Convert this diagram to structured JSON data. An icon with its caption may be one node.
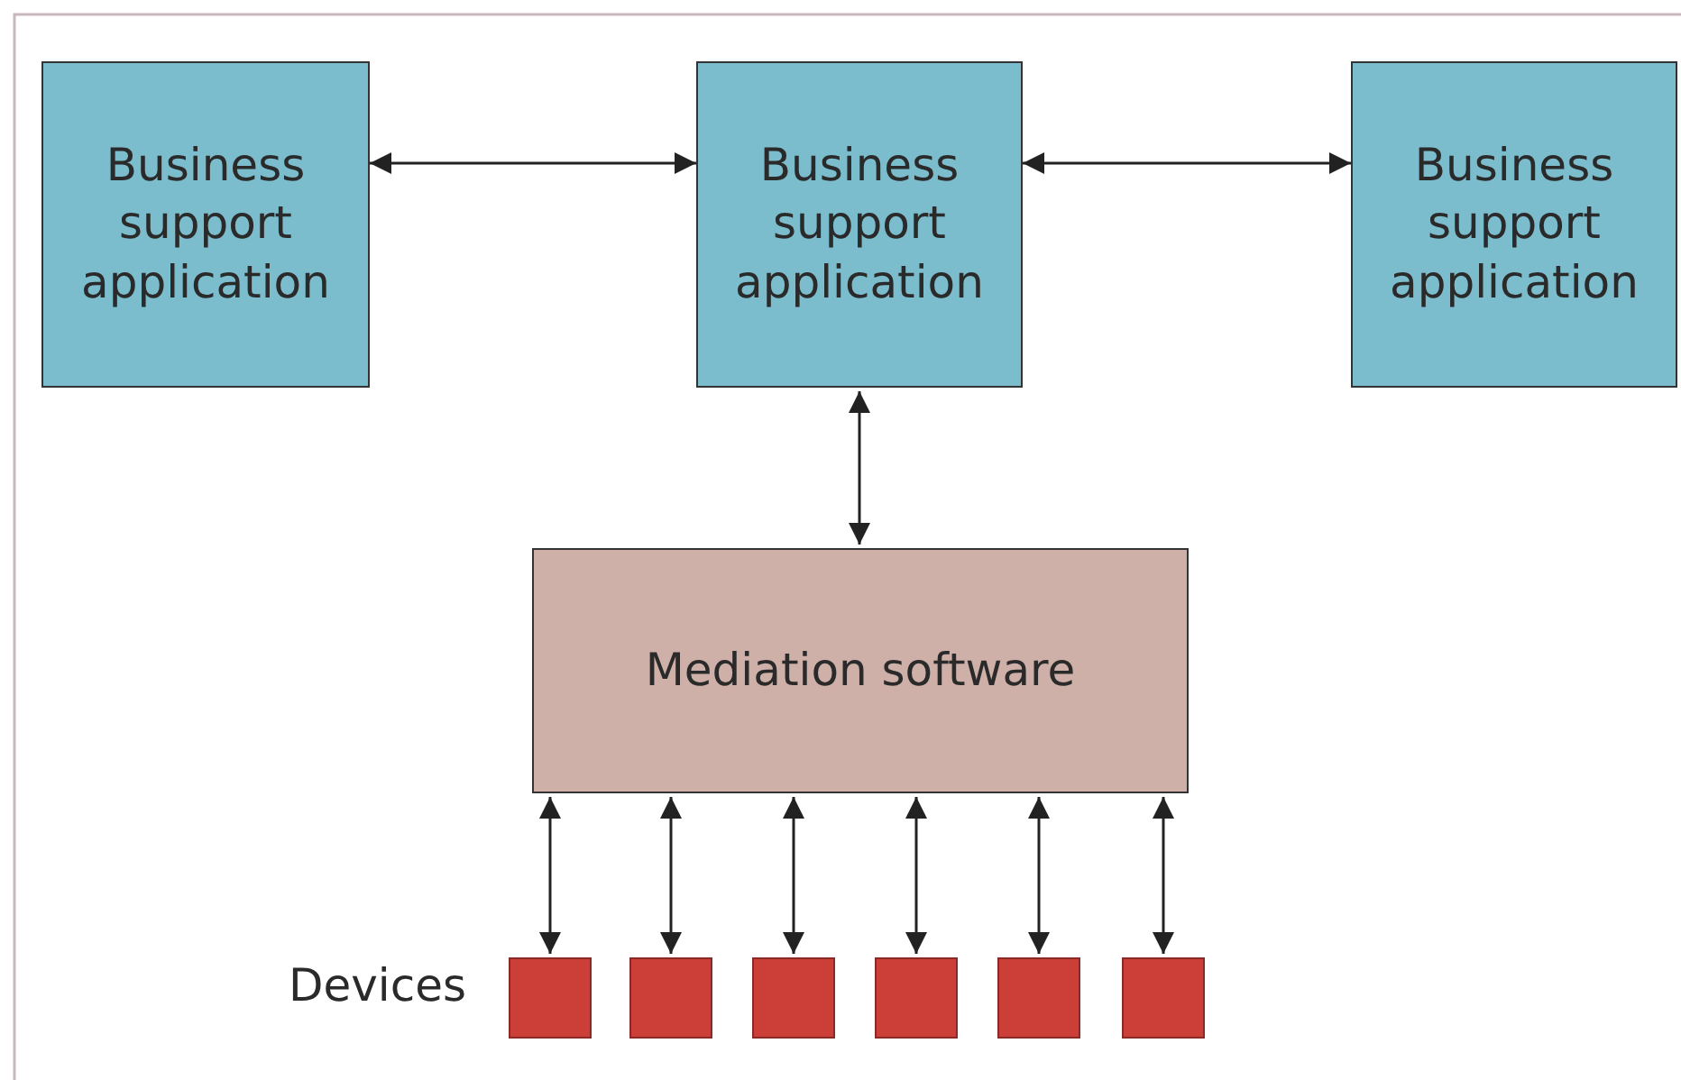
{
  "diagram": {
    "nodes": [
      {
        "text": [
          "Business support application"
        ]
      },
      {
        "text": [
          "Business support application"
        ]
      },
      {
        "text": [
          "Business support application"
        ]
      },
      {
        "text": [
          "Mediation software"
        ]
      },
      {
        "text": [],
        "shape": "box"
      },
      {
        "text": [],
        "shape": "box"
      },
      {
        "text": [],
        "shape": "box"
      },
      {
        "text": [],
        "shape": "box"
      },
      {
        "text": [],
        "shape": "box"
      },
      {
        "text": [],
        "shape": "box"
      }
    ],
    "edges": [
      {
        "from": 0,
        "to": 1,
        "arrow": "both"
      },
      {
        "from": 1,
        "to": 2,
        "arrow": "both"
      },
      {
        "from": 1,
        "to": 3,
        "arrow": "both"
      },
      {
        "from": 3,
        "to": 4,
        "arrow": "both"
      },
      {
        "from": 3,
        "to": 5,
        "arrow": "both"
      },
      {
        "from": 3,
        "to": 6,
        "arrow": "both"
      },
      {
        "from": 3,
        "to": 7,
        "arrow": "both"
      },
      {
        "from": 3,
        "to": 8,
        "arrow": "both"
      },
      {
        "from": 3,
        "to": 9,
        "arrow": "both"
      }
    ],
    "labels": [
      "Devices"
    ]
  }
}
